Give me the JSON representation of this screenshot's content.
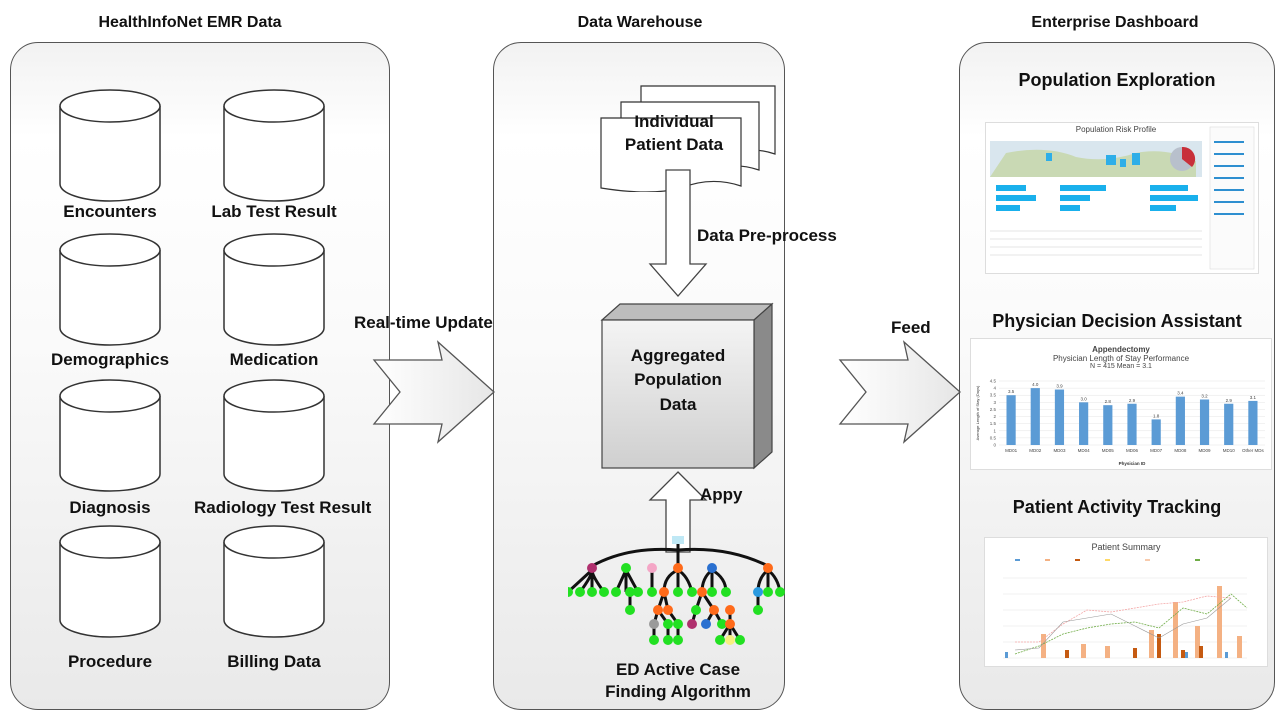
{
  "columns": {
    "source": "HealthInfoNet EMR Data",
    "warehouse": "Data Warehouse",
    "dashboard": "Enterprise Dashboard"
  },
  "databases": [
    {
      "label": "Encounters"
    },
    {
      "label": "Lab Test Result"
    },
    {
      "label": "Demographics"
    },
    {
      "label": "Medication"
    },
    {
      "label": "Diagnosis"
    },
    {
      "label": "Radiology Test Result"
    },
    {
      "label": "Procedure"
    },
    {
      "label": "Billing Data"
    }
  ],
  "arrows": {
    "realtime": "Real-time Update",
    "feed": "Feed",
    "preprocess": "Data Pre-process",
    "apply": "Appy"
  },
  "warehouse": {
    "patient_data_line1": "Individual",
    "patient_data_line2": "Patient Data",
    "aggregated_line1": "Aggregated",
    "aggregated_line2": "Population",
    "aggregated_line3": "Data",
    "algorithm_line1": "ED Active Case",
    "algorithm_line2": "Finding Algorithm"
  },
  "dashboards": {
    "population": {
      "title": "Population Exploration",
      "subtitle": "Population Risk Profile"
    },
    "physician": {
      "title": "Physician Decision Assistant",
      "chart_title": "Appendectomy",
      "chart_subtitle": "Physician Length of Stay Performance",
      "stats": "N = 415          Mean = 3.1",
      "xlabel": "Physician ID",
      "ylabel": "Average Length of Stay (Days)"
    },
    "tracking": {
      "title": "Patient Activity Tracking",
      "chart_title": "Patient Summary"
    }
  },
  "chart_data": [
    {
      "type": "bar",
      "title": "Appendectomy",
      "subtitle": "Physician Length of Stay Performance",
      "categories": [
        "MD01",
        "MD02",
        "MD03",
        "MD04",
        "MD05",
        "MD06",
        "MD07",
        "MD08",
        "MD09",
        "MD10",
        "Other MDs"
      ],
      "values": [
        3.5,
        4.0,
        3.9,
        3.0,
        2.8,
        2.9,
        1.8,
        3.4,
        3.2,
        2.9,
        3.1
      ],
      "ylim": [
        0,
        4.5
      ],
      "yticks": [
        "0",
        "0.5",
        "1",
        "1.5",
        "2",
        "2.5",
        "3",
        "3.5",
        "4",
        "4.5"
      ],
      "xlabel": "Physician ID",
      "ylabel": "Average Length of Stay (Days)",
      "color": "#5b9bd5"
    }
  ],
  "colors": {
    "bar_blue": "#5b9bd5",
    "node_green": "#22e022",
    "node_orange": "#ff6a1a",
    "node_purple": "#b0306e",
    "node_blue": "#2a70d0",
    "node_pink": "#f4a6c6"
  }
}
